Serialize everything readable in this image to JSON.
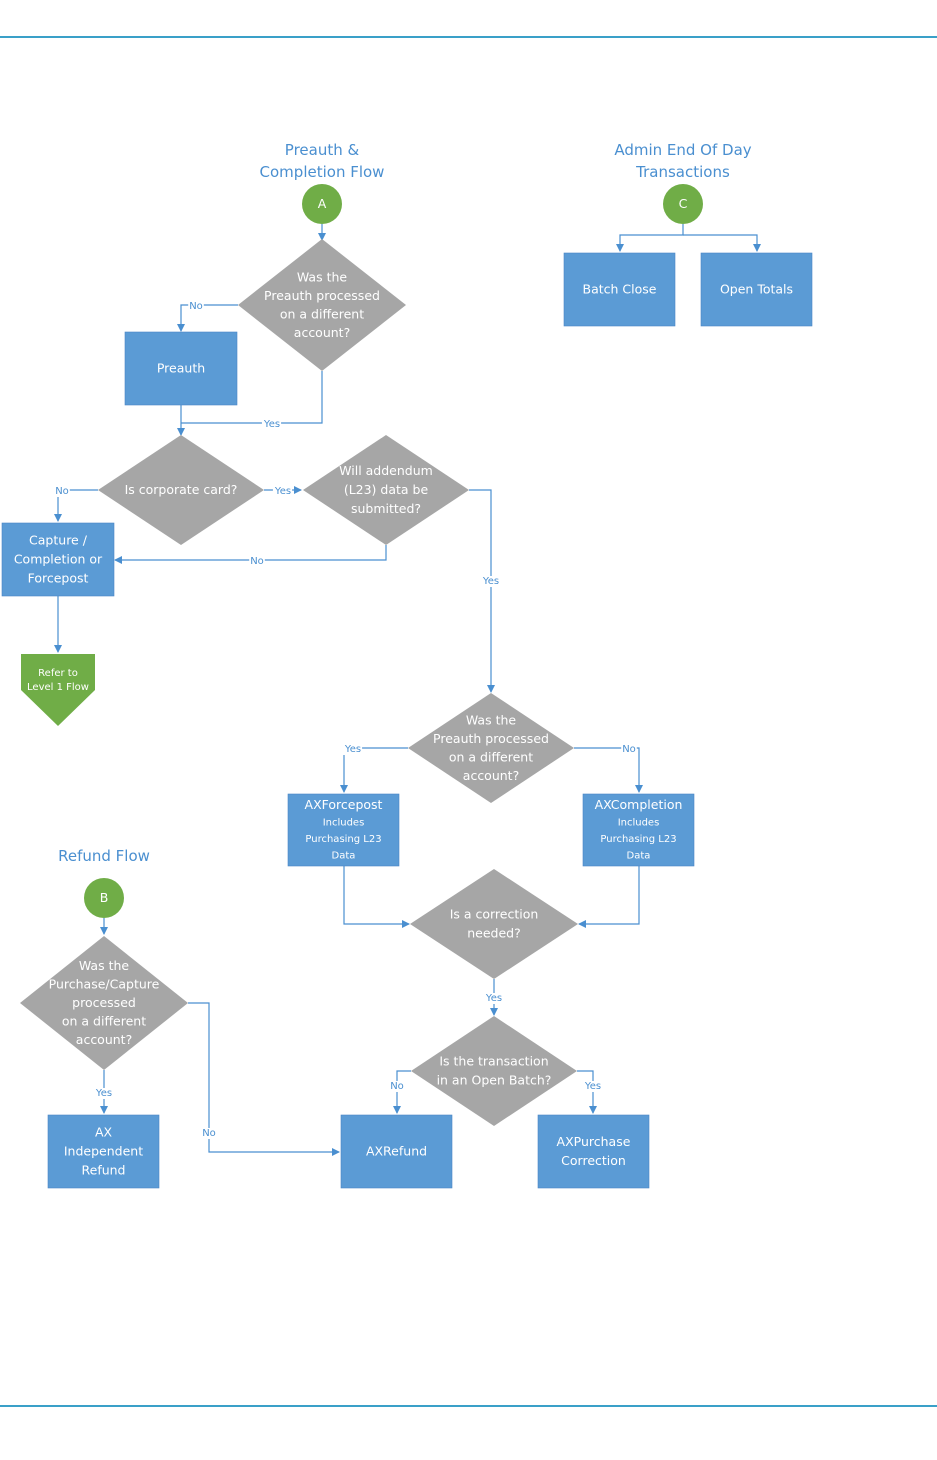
{
  "titles": {
    "preauth": "Preauth &\nCompletion Flow",
    "admin": "Admin End Of Day\nTransactions",
    "refund": "Refund Flow"
  },
  "connectors": {
    "a": "A",
    "b": "B",
    "c": "C"
  },
  "nodes": {
    "preauth_q1": [
      "Was the",
      "Preauth processed",
      "on a different",
      "account?"
    ],
    "preauth_box": [
      "Preauth"
    ],
    "corporate_q": [
      "Is corporate card?"
    ],
    "addendum_q": [
      "Will addendum",
      "(L23) data be",
      "submitted?"
    ],
    "capture_box": [
      "Capture /",
      "Completion or",
      "Forcepost"
    ],
    "refer_flow": [
      "Refer to",
      "Level 1 Flow"
    ],
    "preauth_q2": [
      "Was the",
      "Preauth processed",
      "on a different",
      "account?"
    ],
    "axforcepost": [
      "AXForcepost",
      "Includes",
      "Purchasing L23",
      "Data"
    ],
    "axcompletion": [
      "AXCompletion",
      "Includes",
      "Purchasing L23",
      "Data"
    ],
    "correction_q": [
      "Is a correction",
      "needed?"
    ],
    "openbatch_q": [
      "Is the transaction",
      "in an Open Batch?"
    ],
    "axrefund": [
      "AXRefund"
    ],
    "axpurchase": [
      "AXPurchase",
      "Correction"
    ],
    "batch_close": [
      "Batch Close"
    ],
    "open_totals": [
      "Open Totals"
    ],
    "refund_q": [
      "Was the",
      "Purchase/Capture",
      "processed",
      "on a different",
      "account?"
    ],
    "ax_independent": [
      "AX",
      "Independent",
      "Refund"
    ]
  },
  "edge_labels": {
    "yes": "Yes",
    "no": "No"
  },
  "colors": {
    "box": "#5b9bd5",
    "diamond": "#a6a6a6",
    "circle": "#70ad47",
    "line": "#4a8fd0"
  }
}
